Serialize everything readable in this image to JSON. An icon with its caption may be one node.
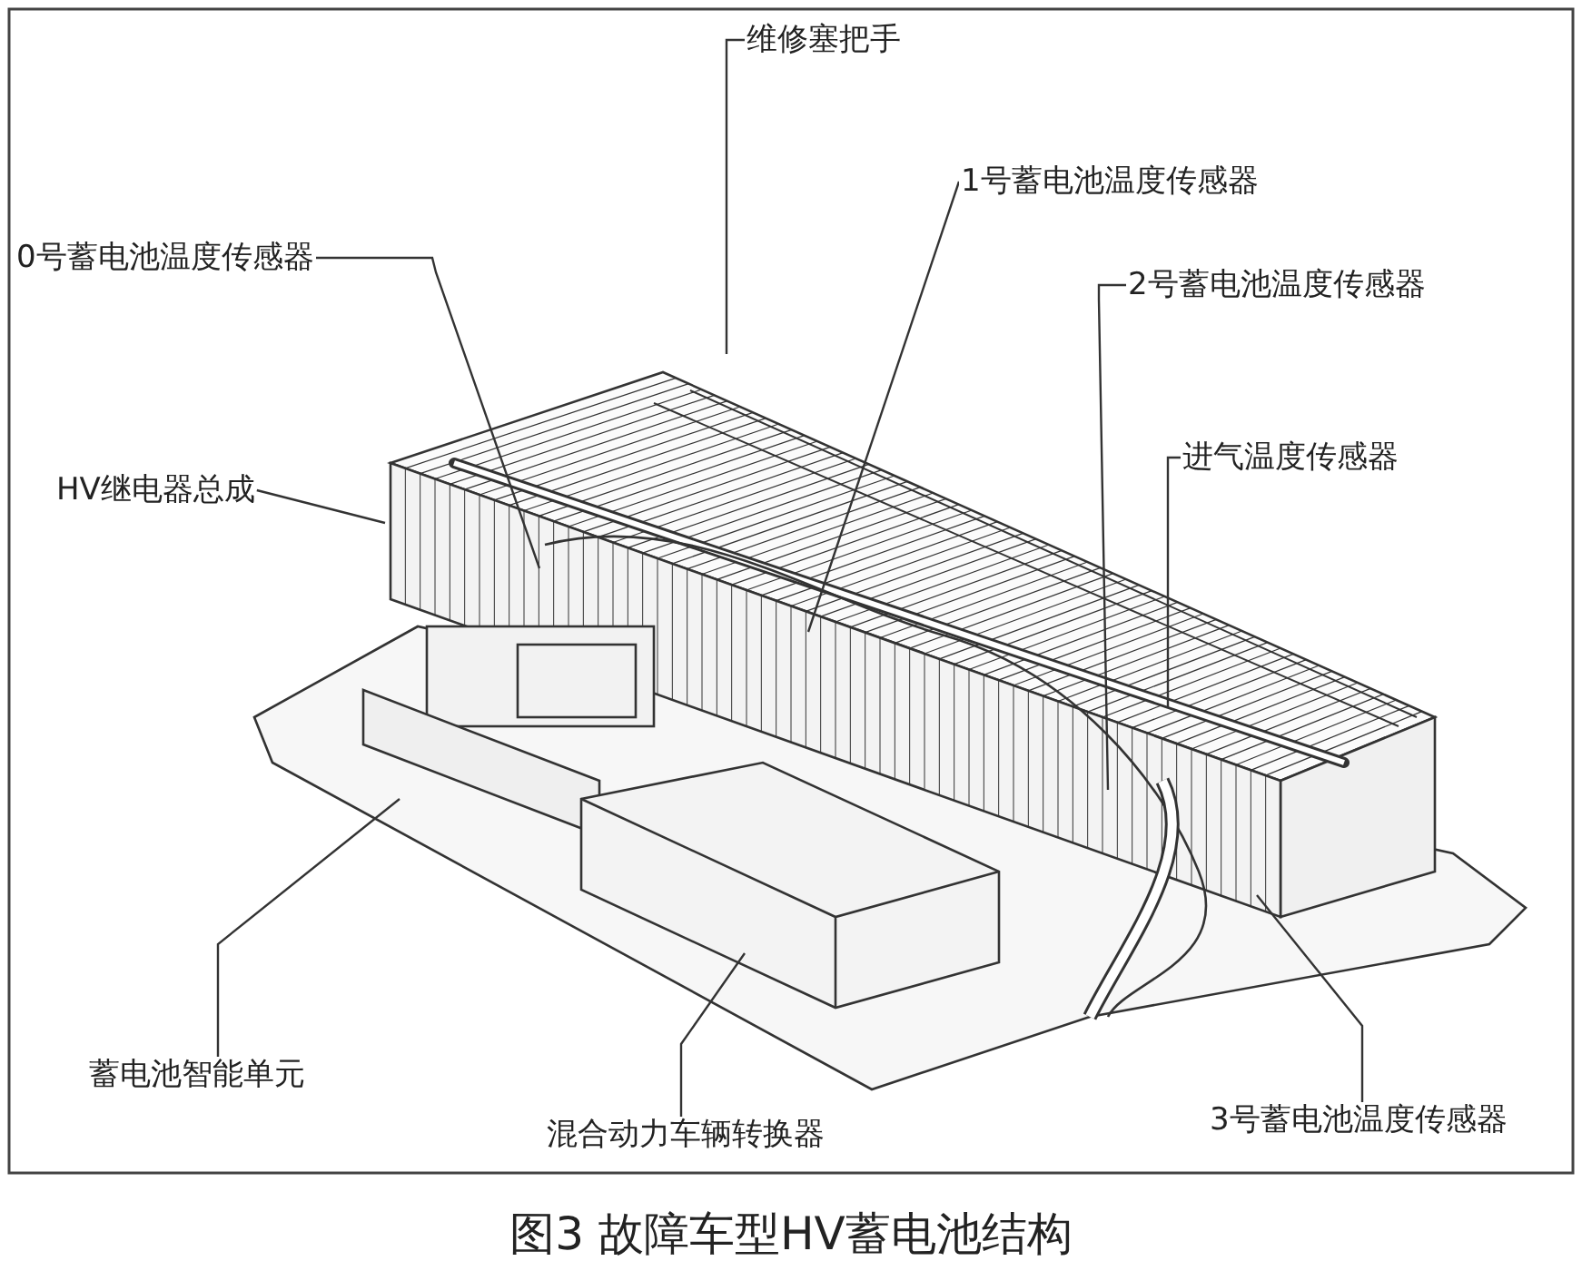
{
  "diagram": {
    "caption": "图3 故障车型HV蓄电池结构",
    "nodes": [
      {
        "text": [
          "维修塞把手"
        ]
      },
      {
        "text": [
          "1号蓄电池温度传感器"
        ]
      },
      {
        "text": [
          "0号蓄电池温度传感器"
        ]
      },
      {
        "text": [
          "2号蓄电池温度传感器"
        ]
      },
      {
        "text": [
          "进气温度传感器"
        ]
      },
      {
        "text": [
          "HV继电器总成"
        ]
      },
      {
        "text": [
          "蓄电池智能单元"
        ]
      },
      {
        "text": [
          "混合动力车辆转换器"
        ]
      },
      {
        "text": [
          "3号蓄电池温度传感器"
        ]
      }
    ],
    "edges": [
      {
        "from": 0,
        "to": null,
        "arrow": "none"
      },
      {
        "from": 1,
        "to": null,
        "arrow": "none"
      },
      {
        "from": 2,
        "to": null,
        "arrow": "none"
      },
      {
        "from": 3,
        "to": null,
        "arrow": "none"
      },
      {
        "from": 4,
        "to": null,
        "arrow": "none"
      },
      {
        "from": 5,
        "to": null,
        "arrow": "none"
      },
      {
        "from": 6,
        "to": null,
        "arrow": "none"
      },
      {
        "from": 7,
        "to": null,
        "arrow": "none"
      },
      {
        "from": 8,
        "to": null,
        "arrow": "none"
      }
    ]
  }
}
